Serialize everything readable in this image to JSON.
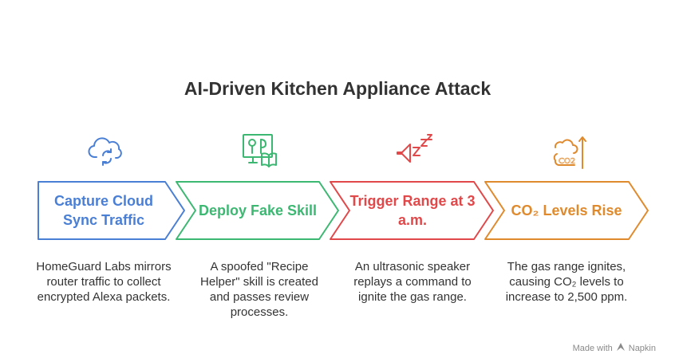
{
  "title": "AI-Driven Kitchen Appliance Attack",
  "steps": [
    {
      "label": "Capture Cloud Sync Traffic",
      "description": "HomeGuard Labs mirrors router traffic to collect encrypted Alexa packets.",
      "color": "#4a7fd6",
      "icon": "cloud-sync-icon"
    },
    {
      "label": "Deploy Fake Skill",
      "description": "A spoofed \"Recipe Helper\" skill is created and passes review processes.",
      "color": "#3db872",
      "icon": "recipe-skill-icon"
    },
    {
      "label": "Trigger Range at 3 a.m.",
      "description": "An ultrasonic speaker replays a command to ignite the gas range.",
      "color": "#e0484a",
      "icon": "ultrasonic-speaker-icon"
    },
    {
      "label": "CO₂ Levels Rise",
      "description": "The gas range ignites, causing CO₂ levels to increase to 2,500 ppm.",
      "color": "#e08a2e",
      "icon": "co2-rising-icon"
    }
  ],
  "footer": {
    "made_with": "Made with",
    "brand": "Napkin"
  }
}
